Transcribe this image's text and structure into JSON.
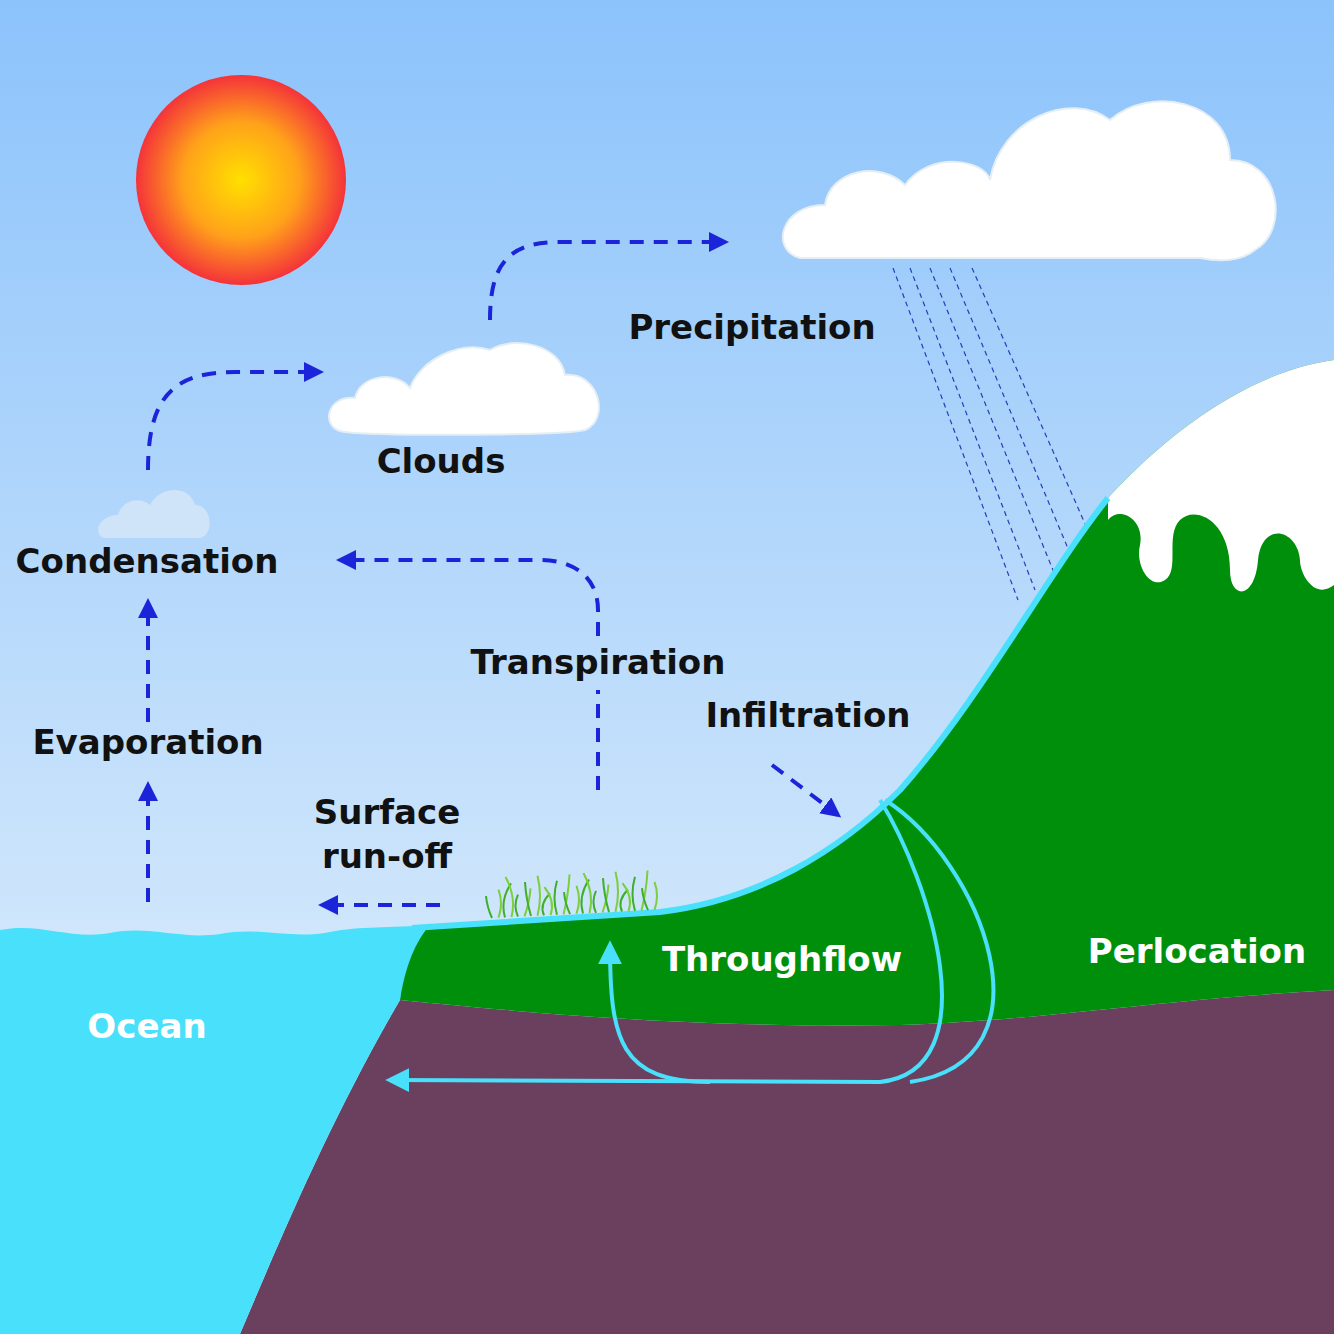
{
  "diagram": {
    "labels": [
      "Precipitation",
      "Clouds",
      "Condensation",
      "Transpiration",
      "Infiltration",
      "Evaporation",
      "Surface run-off",
      "Throughflow",
      "Perlocation",
      "Ocean"
    ]
  }
}
